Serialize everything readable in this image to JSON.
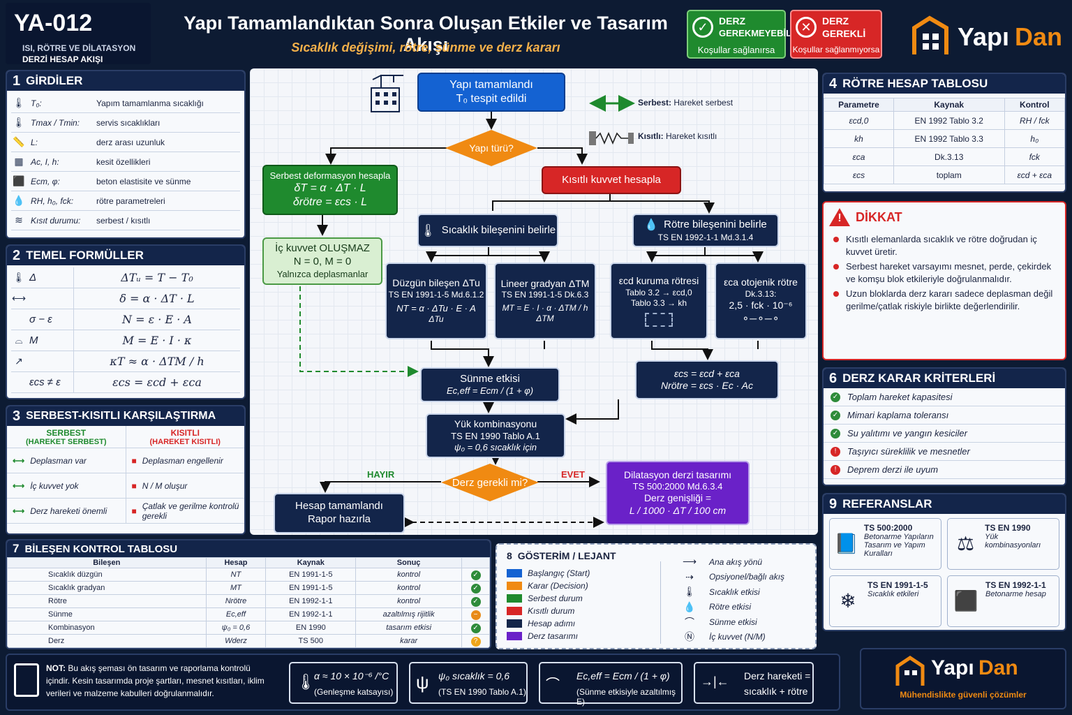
{
  "header": {
    "code": "YA-012",
    "code_sub_1": "ISI, RÖTRE VE DİLATASYON",
    "code_sub_2": "DERZİ HESAP AKIŞI",
    "title": "Yapı Tamamlandıktan Sonra Oluşan Etkiler ve Tasarım Akışı",
    "subtitle": "Sıcaklık değişimi, rötre, sünme ve derz kararı",
    "badge_ok_1": "DERZ",
    "badge_ok_2": "GEREKMEYEBİLİR",
    "badge_ok_3": "Koşullar sağlanırsa",
    "badge_req_1": "DERZ",
    "badge_req_2": "GEREKLİ",
    "badge_req_3": "Koşullar sağlanmıyorsa",
    "brand_a": "Yapı",
    "brand_b": "Dan",
    "colors": {
      "navy": "#13254a",
      "orange": "#f08a12",
      "green": "#1f8a2e",
      "red": "#d72626",
      "purple": "#6a21c8",
      "blue": "#1462d2"
    }
  },
  "p1": {
    "num": "1",
    "title": "GİRDİLER",
    "rows": [
      {
        "icon": "thermometer-icon",
        "sym": "T₀:",
        "desc": "Yapım tamamlanma sıcaklığı"
      },
      {
        "icon": "thermometers-icon",
        "sym": "Tmax / Tmin:",
        "desc": "servis sıcaklıkları"
      },
      {
        "icon": "ruler-icon",
        "sym": "L:",
        "desc": "derz arası uzunluk"
      },
      {
        "icon": "section-icon",
        "sym": "Ac, I, h:",
        "desc": "kesit özellikleri"
      },
      {
        "icon": "cube-icon",
        "sym": "Ecm, φ:",
        "desc": "beton elastisite ve sünme"
      },
      {
        "icon": "drops-icon",
        "sym": "RH, h₀, fck:",
        "desc": "rötre parametreleri"
      },
      {
        "icon": "spring-icon",
        "sym": "Kısıt durumu:",
        "desc": "serbest / kısıtlı"
      }
    ]
  },
  "p2": {
    "num": "2",
    "title": "TEMEL FORMÜLLER",
    "rows": [
      {
        "icon": "thermometer-icon",
        "sym": "Δ",
        "f": "ΔTᵤ = T − T₀"
      },
      {
        "icon": "double-arrow-icon",
        "sym": "",
        "f": "δ = α · ΔT · L"
      },
      {
        "icon": "",
        "sym": "σ − ε",
        "f": "N = ε · E · A"
      },
      {
        "icon": "beam-icon",
        "sym": "M",
        "f": "M = E · I · κ"
      },
      {
        "icon": "curve-icon",
        "sym": "",
        "f": "κT ≈ α · ΔTM / h"
      },
      {
        "icon": "",
        "sym": "εcs ≠ ε",
        "f": "εcs = εcd + εca"
      }
    ]
  },
  "p3": {
    "num": "3",
    "title": "SERBEST-KISITLI KARŞILAŞTIRMA",
    "col1_a": "SERBEST",
    "col1_b": "(HAREKET SERBEST)",
    "col2_a": "KISITLI",
    "col2_b": "(HAREKET KISITLI)",
    "rows": [
      {
        "l": "Deplasman var",
        "r": "Deplasman engellenir"
      },
      {
        "l": "İç kuvvet yok",
        "r": "N / M oluşur"
      },
      {
        "l": "Derz hareketi önemli",
        "r": "Çatlak ve gerilme kontrolü gerekli"
      }
    ]
  },
  "flow": {
    "start_1": "Yapı tamamlandı",
    "start_2": "T₀ tespit edildi",
    "legend_free_b": "Serbest:",
    "legend_free": " Hareket serbest",
    "legend_rest_b": "Kısıtlı:",
    "legend_rest": " Hareket kısıtlı",
    "decision_type": "Yapı türü?",
    "free_calc_1": "Serbest deformasyon hesapla",
    "free_calc_2": "δT = α · ΔT · L",
    "free_calc_3": "δrötre = εcs · L",
    "no_force_1": "İç kuvvet OLUŞMAZ",
    "no_force_2": "N = 0, M = 0",
    "no_force_3": "Yalnızca deplasmanlar",
    "restrained": "Kısıtlı kuvvet hesapla",
    "temp_comp": "Sıcaklık bileşenini belirle",
    "shr_comp_1": "Rötre bileşenini belirle",
    "shr_comp_2": "TS EN 1992-1-1 Md.3.1.4",
    "uni_1": "Düzgün bileşen ΔTu",
    "uni_2": "TS EN 1991-1-5 Md.6.1.2",
    "uni_3": "NT = α · ΔTu · E · A",
    "uni_4": "ΔTu",
    "lin_1": "Lineer gradyan ΔTM",
    "lin_2": "TS EN 1991-1-5 Dk.6.3",
    "lin_3": "MT = E · I · α · ΔTM / h",
    "lin_4": "ΔTM",
    "dry_1": "εcd kuruma rötresi",
    "dry_2": "Tablo 3.2 → εcd,0",
    "dry_3": "Tablo 3.3 → kh",
    "auto_1": "εca otojenik rötre",
    "auto_2": "Dk.3.13:",
    "auto_3": "2,5 · fck · 10⁻⁶",
    "creep_1": "Sünme etkisi",
    "creep_2": "Ec,eff = Ecm / (1 + φ)",
    "cs_1": "εcs = εcd + εca",
    "cs_2": "Nrötre = εcs · Ec · Ac",
    "combo_1": "Yük kombinasyonu",
    "combo_2": "TS EN 1990 Tablo A.1",
    "combo_3": "ψ₀ = 0,6 sıcaklık için",
    "no": "HAYIR",
    "yes": "EVET",
    "decision_joint": "Derz gerekli mi?",
    "report_1": "Hesap tamamlandı",
    "report_2": "Rapor hazırla",
    "joint_1": "Dilatasyon derzi tasarımı",
    "joint_2": "TS 500:2000 Md.6.3.4",
    "joint_3": "Derz genişliği =",
    "joint_4": "L / 1000 · ΔT / 100 cm"
  },
  "p4": {
    "num": "4",
    "title": "RÖTRE HESAP TABLOSU",
    "headers": [
      "Parametre",
      "Kaynak",
      "Kontrol"
    ],
    "rows": [
      [
        "εcd,0",
        "EN 1992 Tablo 3.2",
        "RH / fck"
      ],
      [
        "kh",
        "EN 1992 Tablo 3.3",
        "h₀"
      ],
      [
        "εca",
        "Dk.3.13",
        "fck"
      ],
      [
        "εcs",
        "toplam",
        "εcd + εca"
      ]
    ]
  },
  "pw": {
    "title": "DİKKAT",
    "items": [
      "Kısıtlı elemanlarda sıcaklık ve rötre doğrudan iç kuvvet üretir.",
      "Serbest hareket varsayımı mesnet, perde, çekirdek ve komşu blok etkileriyle doğrulanmalıdır.",
      "Uzun bloklarda derz kararı sadece deplasman değil gerilme/çatlak riskiyle birlikte değerlendirilir."
    ]
  },
  "p6": {
    "num": "6",
    "title": "DERZ KARAR KRİTERLERİ",
    "items": [
      {
        "t": "Toplam hareket kapasitesi",
        "s": "ok"
      },
      {
        "t": "Mimari kaplama toleransı",
        "s": "ok"
      },
      {
        "t": "Su yalıtımı ve yangın kesiciler",
        "s": "ok"
      },
      {
        "t": "Taşıyıcı süreklilik ve mesnetler",
        "s": "warn"
      },
      {
        "t": "Deprem derzi ile uyum",
        "s": "warn"
      }
    ]
  },
  "p9": {
    "num": "9",
    "title": "REFERANSLAR",
    "refs": [
      {
        "code": "TS 500:2000",
        "desc": "Betonarme Yapıların Tasarım ve Yapım Kuralları",
        "icon": "book-icon"
      },
      {
        "code": "TS EN 1990",
        "desc": "Yük kombinasyonları",
        "icon": "scale-icon"
      },
      {
        "code": "TS EN 1991-1-5",
        "desc": "Sıcaklık etkileri",
        "icon": "thermo-snow-icon"
      },
      {
        "code": "TS EN 1992-1-1",
        "desc": "Betonarme hesap",
        "icon": "cube-icon"
      }
    ]
  },
  "p7": {
    "num": "7",
    "title": "BİLEŞEN KONTROL TABLOSU",
    "headers": [
      "Bileşen",
      "Hesap",
      "Kaynak",
      "Sonuç"
    ],
    "rows": [
      {
        "b": "Sıcaklık düzgün",
        "h": "NT",
        "k": "EN 1991-1-5",
        "s": "kontrol",
        "st": "ok"
      },
      {
        "b": "Sıcaklık gradyan",
        "h": "MT",
        "k": "EN 1991-1-5",
        "s": "kontrol",
        "st": "ok"
      },
      {
        "b": "Rötre",
        "h": "Nrötre",
        "k": "EN 1992-1-1",
        "s": "kontrol",
        "st": "ok"
      },
      {
        "b": "Sünme",
        "h": "Ec,eff",
        "k": "EN 1992-1-1",
        "s": "azaltılmış rijitlik",
        "st": "minus"
      },
      {
        "b": "Kombinasyon",
        "h": "ψ₀ = 0,6",
        "k": "EN 1990",
        "s": "tasarım etkisi",
        "st": "ok"
      },
      {
        "b": "Derz",
        "h": "Wderz",
        "k": "TS 500",
        "s": "karar",
        "st": "q"
      }
    ]
  },
  "p8": {
    "num": "8",
    "title": "GÖSTERİM / LEJANT",
    "colors": [
      {
        "c": "#1462d2",
        "t": "Başlangıç (Start)"
      },
      {
        "c": "#f08a12",
        "t": "Karar (Decision)"
      },
      {
        "c": "#1f8a2e",
        "t": "Serbest durum"
      },
      {
        "c": "#d72626",
        "t": "Kısıtlı durum"
      },
      {
        "c": "#13254a",
        "t": "Hesap adımı"
      },
      {
        "c": "#6a21c8",
        "t": "Derz tasarımı"
      }
    ],
    "symbols": [
      {
        "icon": "solid-arrow-icon",
        "t": "Ana akış yönü"
      },
      {
        "icon": "dashed-arrow-icon",
        "t": "Opsiyonel/bağlı akış"
      },
      {
        "icon": "thermometer-icon",
        "t": "Sıcaklık etkisi"
      },
      {
        "icon": "drop-icon",
        "t": "Rötre etkisi"
      },
      {
        "icon": "creep-curve-icon",
        "t": "Sünme etkisi"
      },
      {
        "icon": "nm-icon",
        "t": "İç kuvvet (N/M)"
      }
    ]
  },
  "footer": {
    "note_b": "NOT:",
    "note": " Bu akış şeması ön tasarım ve raporlama kontrolü içindir. Kesin tasarımda proje şartları, mesnet kısıtları, iklim verileri ve malzeme kabulleri doğrulanmalıdır.",
    "f1_a": "α ≈ 10 × 10⁻⁶ /°C",
    "f1_b": "(Genleşme katsayısı)",
    "f2_a": "ψ₀ sıcaklık = 0,6",
    "f2_b": "(TS EN 1990 Tablo A.1)",
    "f3_a": "Ec,eff = Ecm / (1 + φ)",
    "f3_b": "(Sünme etkisiyle azaltılmış E)",
    "f4_a": "Derz hareketi =",
    "f4_b": "sıcaklık + rötre",
    "brand_a": "Yapı",
    "brand_b": "Dan",
    "slogan": "Mühendislikte güvenli çözümler"
  }
}
